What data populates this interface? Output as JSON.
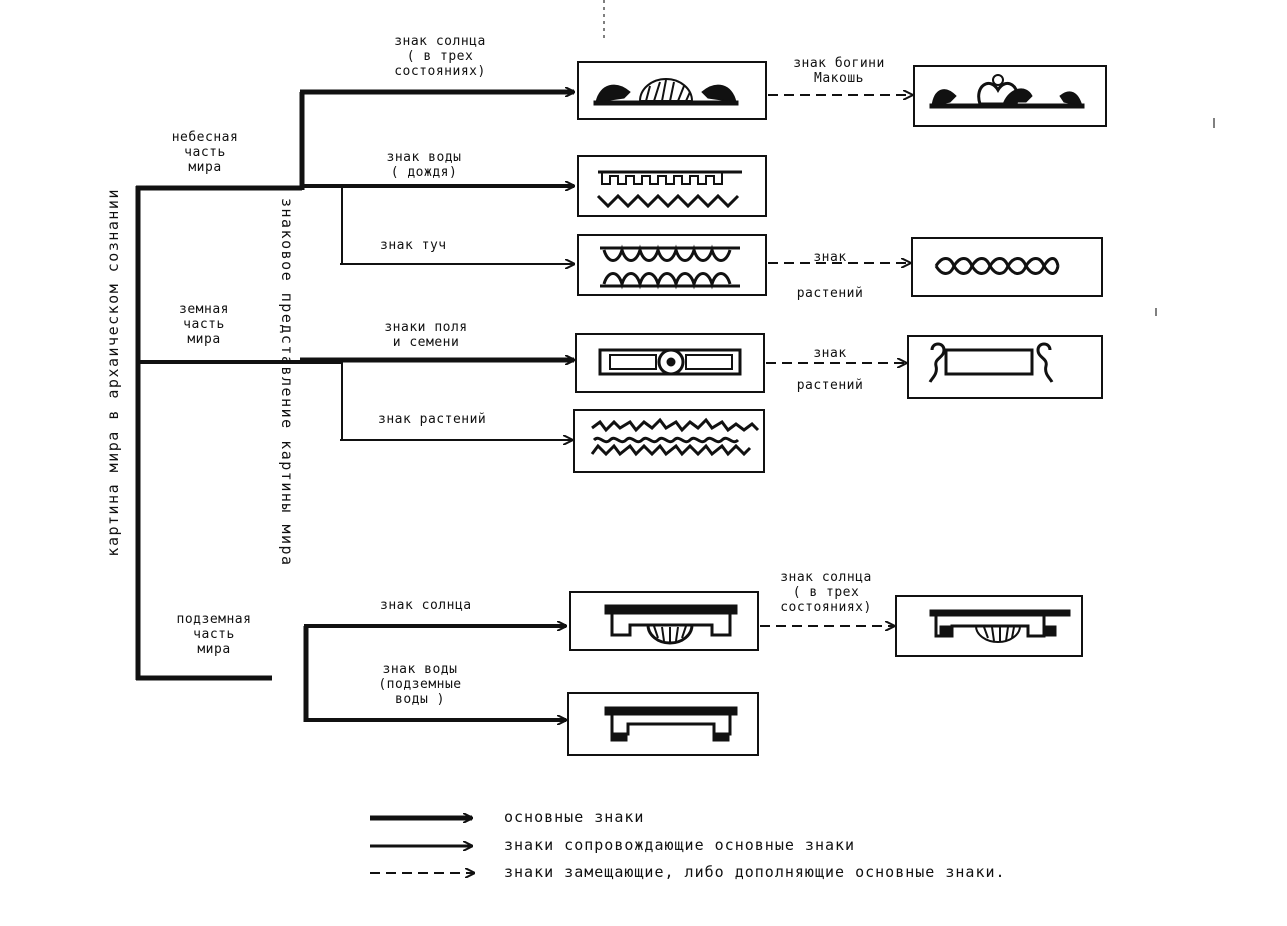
{
  "vertical": {
    "left": "картина мира в архаическом сознании",
    "middle": "знаковое представление картины мира"
  },
  "parts": {
    "sky": [
      "небесная",
      "часть",
      "мира"
    ],
    "earth": [
      "земная",
      "часть",
      "мира"
    ],
    "under": [
      "подземная",
      "часть",
      "мира"
    ]
  },
  "signs": {
    "sun3": [
      "знак солнца",
      "( в трех",
      "состояниях)"
    ],
    "water": [
      "знак воды",
      "( дождя)"
    ],
    "clouds": [
      "знак туч"
    ],
    "field": [
      "знаки поля",
      "и семени"
    ],
    "plants": [
      "знак растений"
    ],
    "sun": [
      "знак солнца"
    ],
    "underwater": [
      "знак воды",
      "(подземные",
      "воды )"
    ],
    "goddess": [
      "знак богини",
      "Макошь"
    ],
    "plants_a": [
      "знак",
      "растений"
    ],
    "plants_b": [
      "знак",
      "растений"
    ],
    "sun3_b": [
      "знак солнца",
      "( в трех",
      "состояниях)"
    ]
  },
  "legend": [
    "основные знаки",
    "знаки сопровождающие основные знаки",
    "знаки замещающие, либо дополняющие основные знаки."
  ]
}
